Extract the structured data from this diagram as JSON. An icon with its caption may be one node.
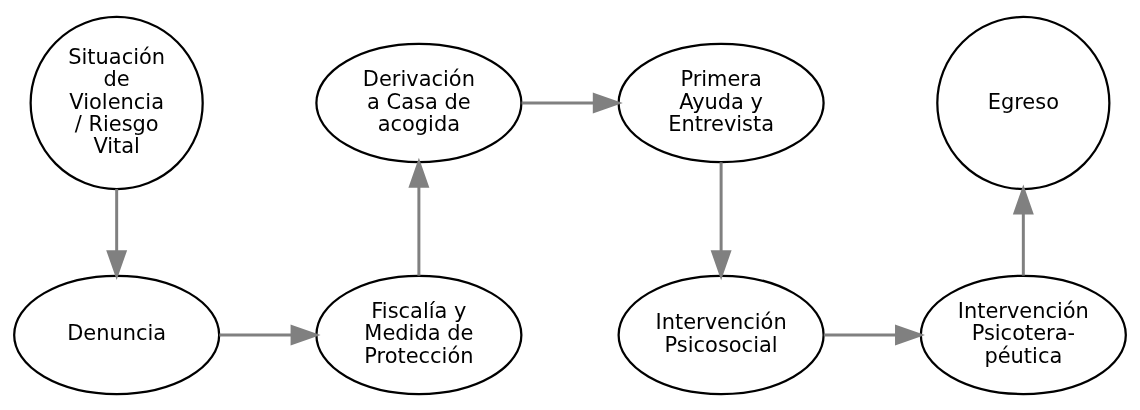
{
  "diagram": {
    "nodes": [
      {
        "text": [
          "Situación de Violencia / Riesgo Vital"
        ]
      },
      {
        "text": [
          "Denuncia"
        ]
      },
      {
        "text": [
          "Fiscalía y Medida de Protección"
        ]
      },
      {
        "text": [
          "Derivación a Casa de acogida"
        ]
      },
      {
        "text": [
          "Primera Ayuda y Entrevista"
        ]
      },
      {
        "text": [
          "Intervención Psicosocial"
        ]
      },
      {
        "text": [
          "Intervención Psicotera- péutica"
        ]
      },
      {
        "text": [
          "Egreso"
        ]
      }
    ],
    "edges": [
      {
        "from": 0,
        "to": 1,
        "arrow": "to"
      },
      {
        "from": 1,
        "to": 2,
        "arrow": "to"
      },
      {
        "from": 2,
        "to": 3,
        "arrow": "to"
      },
      {
        "from": 3,
        "to": 4,
        "arrow": "to"
      },
      {
        "from": 4,
        "to": 5,
        "arrow": "to"
      },
      {
        "from": 5,
        "to": 6,
        "arrow": "to"
      },
      {
        "from": 6,
        "to": 7,
        "arrow": "to"
      }
    ]
  }
}
